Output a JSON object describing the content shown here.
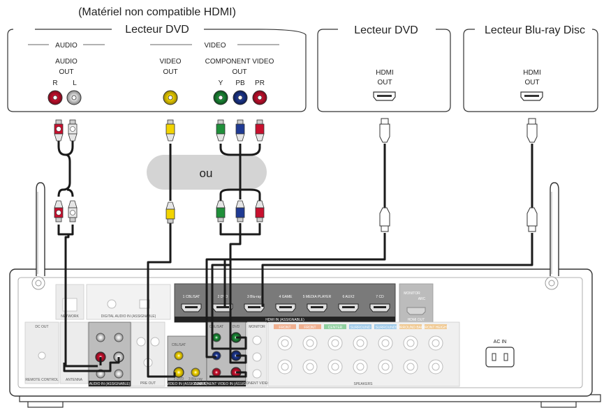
{
  "devices": {
    "left": {
      "note": "(Matériel non compatible HDMI)",
      "title": "Lecteur DVD",
      "audio_group": "AUDIO",
      "video_group": "VIDEO",
      "audio_out_line1": "AUDIO",
      "audio_out_line2": "OUT",
      "audio_r": "R",
      "audio_l": "L",
      "video_out_line1": "VIDEO",
      "video_out_line2": "OUT",
      "component_line1": "COMPONENT VIDEO",
      "component_line2": "OUT",
      "comp_y": "Y",
      "comp_pb": "PB",
      "comp_pr": "PR"
    },
    "middle": {
      "title": "Lecteur DVD",
      "hdmi_line1": "HDMI",
      "hdmi_line2": "OUT"
    },
    "right": {
      "title": "Lecteur Blu-ray Disc",
      "hdmi_line1": "HDMI",
      "hdmi_line2": "OUT"
    }
  },
  "or_label": "ou",
  "receiver": {
    "hdmi_inputs": [
      "1 CBL/SAT",
      "2 DVD",
      "3 Blu-ray",
      "4 GAME",
      "5 MEDIA PLAYER",
      "6 AUX2",
      "7 CD"
    ],
    "hdmi_in_label": "HDMI IN (ASSIGNABLE)",
    "hdmi_out_label": "HDMI OUT",
    "monitor_label": "MONITOR",
    "arc_label": "ARC",
    "network_label": "NETWORK",
    "digital_audio_in_label": "DIGITAL AUDIO IN (ASSIGNABLE)",
    "audio_in_label": "AUDIO IN (ASSIGNABLE)",
    "video_in_label": "VIDEO IN (ASSIGNABLE)",
    "component_in_label": "COMPONENT VIDEO IN (ASSIGNABLE)",
    "component_monitor_label": "MONITOR",
    "component_out_label": "COMPONENT VIDEO OUT",
    "speakers_label": "SPEAKERS",
    "pre_out_label": "PRE OUT",
    "antenna_label": "ANTENNA",
    "remote_label": "REMOTE CONTROL",
    "dc_out_label": "DC OUT",
    "ac_in_label": "AC IN",
    "speaker_groups": [
      "FRONT",
      "FRONT",
      "CENTER",
      "SURROUND",
      "SURROUND",
      "SURROUND BACK",
      "FRONT HEIGHT"
    ],
    "cbl_sat": "CBL/SAT",
    "dvd": "DVD",
    "blu_ray": "3 Blu-ray",
    "dvd2": "2 DVD"
  },
  "colors": {
    "cable": "#1a1a1a",
    "audio_red": "#c8102e",
    "audio_white": "#e8e8e8",
    "video_yellow": "#f2d400",
    "comp_green": "#1f8f3a",
    "comp_blue": "#1f3a93",
    "comp_red": "#c8102e",
    "panel_grey": "#d9d9d9",
    "hdmi_panel": "#7a7a7a",
    "or_bubble": "#d4d4d4"
  }
}
